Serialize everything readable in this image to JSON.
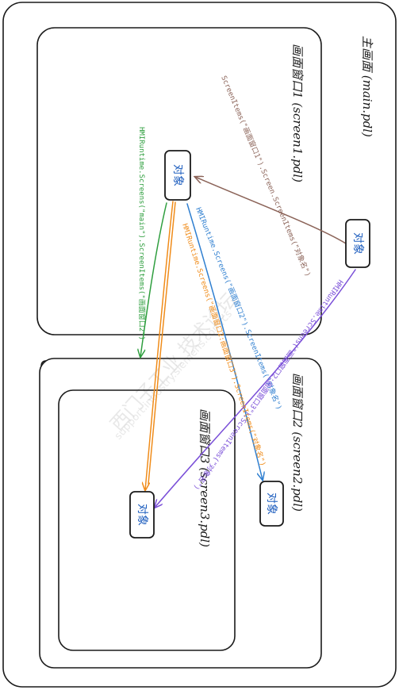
{
  "frames": {
    "main": {
      "title": "主画面 (main.pdl)"
    },
    "screen1": {
      "title": "画面窗口1 (screen1.pdl)"
    },
    "screen2": {
      "title": "画面窗口2 (screen2.pdl)"
    },
    "screen3": {
      "title": "画面窗口3 (screen3.pdl)"
    }
  },
  "objects": {
    "main_obj": "对象",
    "screen1_obj": "对象",
    "screen2_obj": "对象",
    "screen3_obj": "对象"
  },
  "paths": {
    "brown": "ScreenItems(\"画面窗口1\").Screen.ScreenItems(\"对象名\")",
    "green": "HMIRuntime.Screens(\"main\").ScreenItems(\"画面窗口2\")",
    "orange": "HMIRuntime.Screens(\"画面窗口2:画面窗口3\").ScreenItems(\"对象名\")",
    "blue": "HMIRuntime.Screens(\"画面窗口2\").ScreenItems(\"对象名\")",
    "purple": "HMIRuntime.Screens(\"画面窗口2:画面窗口3\").ScreenItems(\"对象名\")"
  },
  "colors": {
    "brown": "#8b6358",
    "green": "#2e9e3e",
    "orange": "#f08c1a",
    "blue": "#2f7fd0",
    "purple": "#7a4fd8"
  },
  "watermark": {
    "line1": "西门子工业 技术论坛",
    "line2": "support.industry.siemens.com/cs"
  }
}
